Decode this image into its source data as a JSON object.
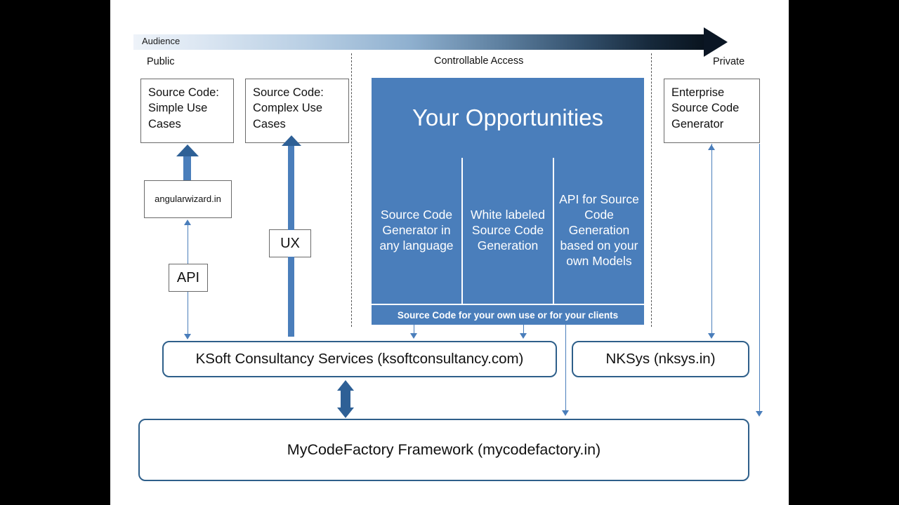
{
  "audience": {
    "label": "Audience",
    "tiers": [
      {
        "name": "public",
        "label": "Public"
      },
      {
        "name": "controllable-access",
        "label": "Controllable  Access"
      },
      {
        "name": "private",
        "label": "Private"
      }
    ]
  },
  "boxes": {
    "source_simple": "Source Code: Simple Use Cases",
    "source_complex": "Source Code: Complex Use Cases",
    "enterprise": "Enterprise Source Code Generator",
    "angularwizard": "angularwizard.in",
    "ux": "UX",
    "api": "API",
    "ksoft": "KSoft  Consultancy Services (ksoftconsultancy.com)",
    "nksys": "NKSys (nksys.in)",
    "mycodefactory": "MyCodeFactory Framework (mycodefactory.in)"
  },
  "opportunities": {
    "title": "Your Opportunities",
    "columns": [
      "Source Code Generator in any language",
      "White labeled Source Code Generation",
      "API for Source Code Generation based on your own Models"
    ],
    "footer": "Source Code for your own use or for your clients"
  },
  "colors": {
    "panel_blue": "#4a7ebb",
    "outline_blue": "#2e5f8a",
    "box_gray": "#6a6a6a"
  }
}
